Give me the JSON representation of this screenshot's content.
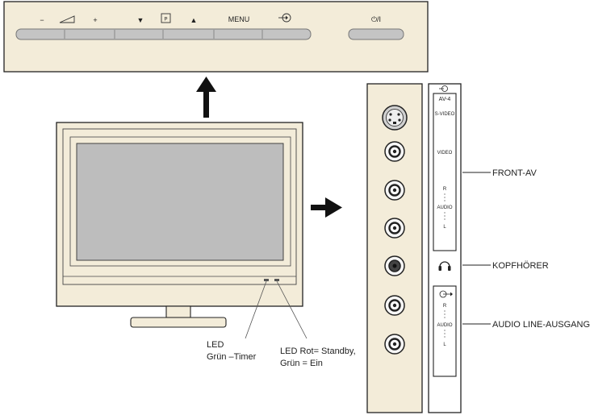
{
  "control_panel": {
    "vol_minus": "−",
    "vol_plus": "+",
    "prog_down": "▼",
    "prog_label": "P",
    "prog_up": "▲",
    "menu": "MENU",
    "power": "⏻/I"
  },
  "side_panel": {
    "av_label": "AV-4",
    "svideo": "S-VIDEO",
    "video": "VIDEO",
    "audio_r": "R",
    "audio": "AUDIO",
    "audio_l": "L",
    "line_r": "R",
    "line_audio": "AUDIO",
    "line_l": "L"
  },
  "callouts": {
    "front_av": "FRONT-AV",
    "headphones": "KOPFHÖRER",
    "audio_line_out": "AUDIO LINE-AUSGANG"
  },
  "led": {
    "line1": "LED",
    "line2": "Grün –Timer",
    "status_line1": "LED Rot= Standby,",
    "status_line2": "Grün = Ein"
  },
  "colors": {
    "panel_fill": "#f3ecd9",
    "outline": "#222222",
    "button_fill": "#bdbdbd"
  }
}
